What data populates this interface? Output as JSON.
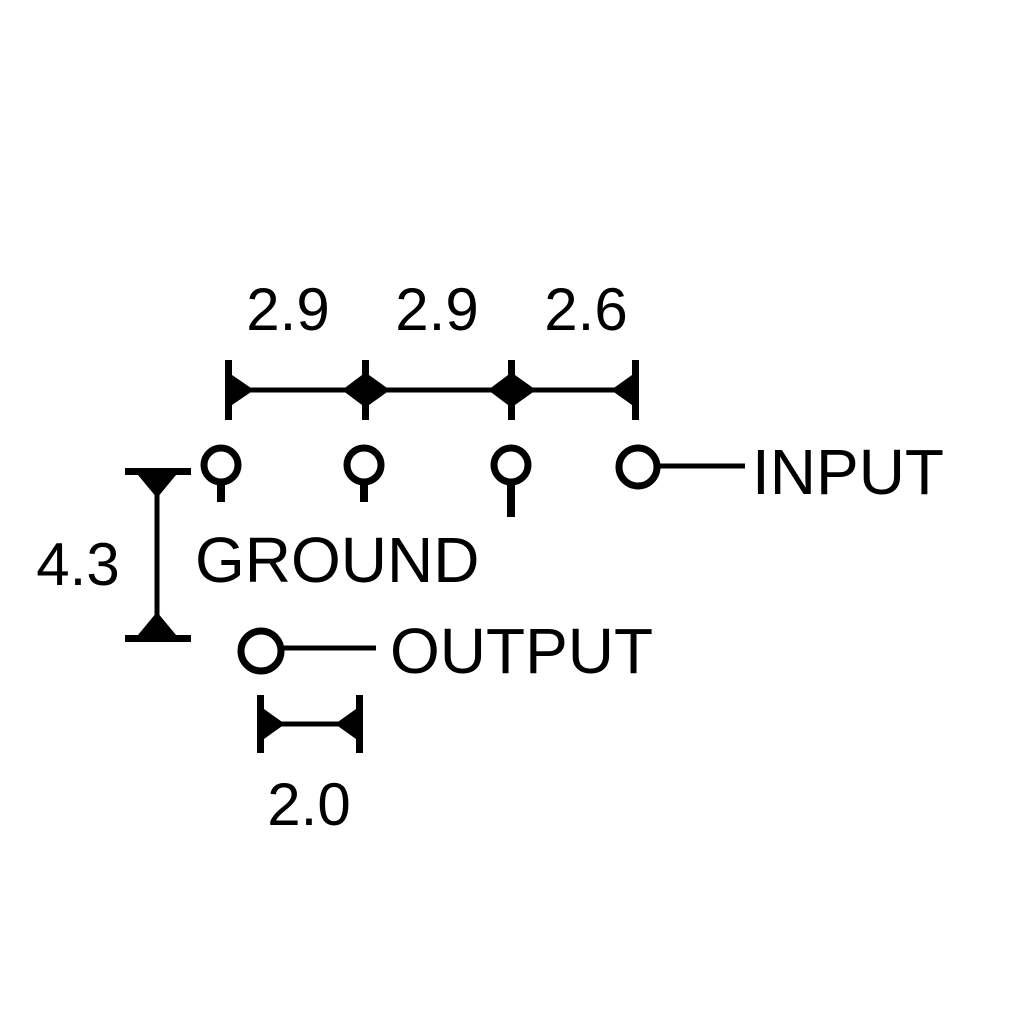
{
  "colors": {
    "ink": "#000000",
    "background": "#ffffff"
  },
  "dimensions": {
    "pin_spacing_1": "2.9",
    "pin_spacing_2": "2.9",
    "pin_spacing_3": "2.6",
    "row_offset": "4.3",
    "output_lead": "2.0"
  },
  "pins": {
    "input": "INPUT",
    "ground": "GROUND",
    "output": "OUTPUT"
  }
}
